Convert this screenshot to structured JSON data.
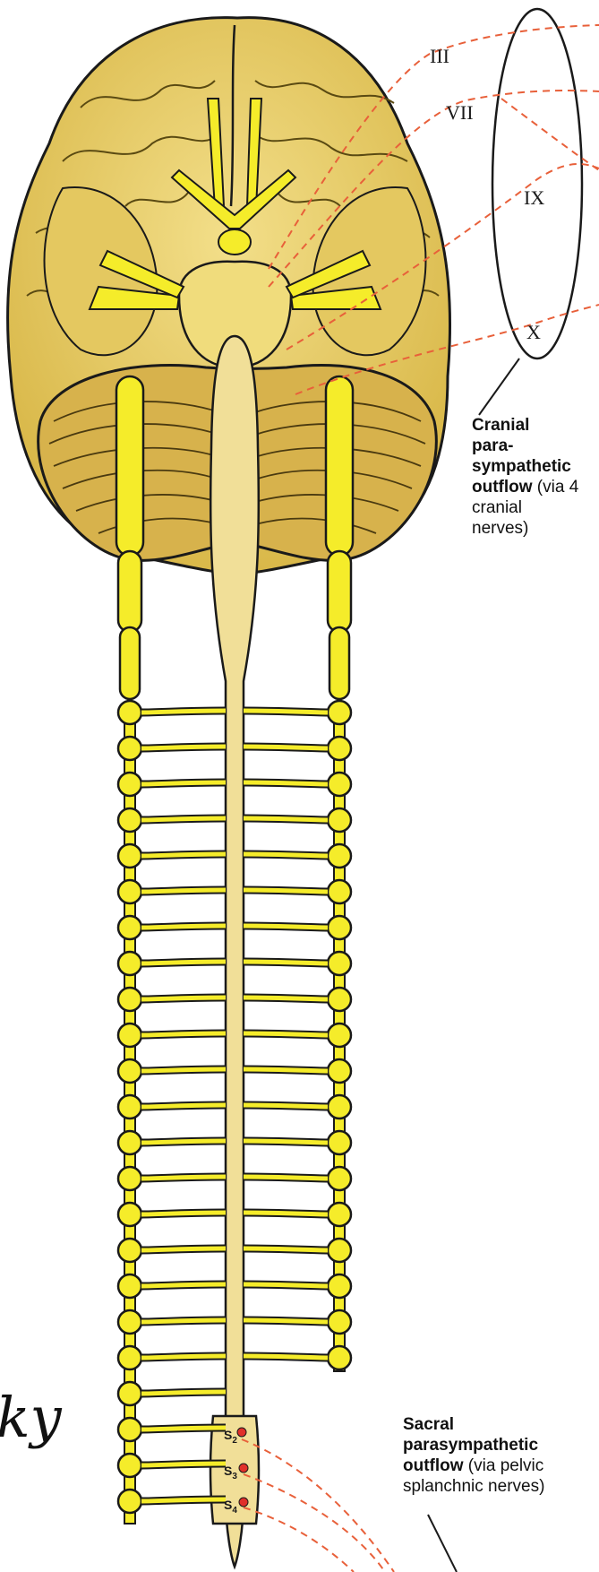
{
  "cranial_nerves": [
    "III",
    "VII",
    "IX",
    "X"
  ],
  "cranial_label": {
    "line1": "Cranial",
    "line2": "para-",
    "line3": "sympathetic",
    "line4_bold": "outflow",
    "line4_rest": " (via 4",
    "line5": "cranial",
    "line6": "nerves)"
  },
  "sacral_label": {
    "line1": "Sacral",
    "line2": "parasympathetic",
    "line3_bold": "outflow",
    "line3_rest": " (via pelvic",
    "line4": "splanchnic nerves)"
  },
  "sacral_segments": [
    {
      "letter": "S",
      "sub": "2"
    },
    {
      "letter": "S",
      "sub": "3"
    },
    {
      "letter": "S",
      "sub": "4"
    }
  ],
  "fragment_text": "ky",
  "colors": {
    "brain": "#e8cf6a",
    "nerve_yellow": "#f5ec2a",
    "cord": "#f1df98",
    "outline": "#1a1a1a",
    "dash_red": "#e8603a",
    "dot_red": "#e0302a"
  }
}
